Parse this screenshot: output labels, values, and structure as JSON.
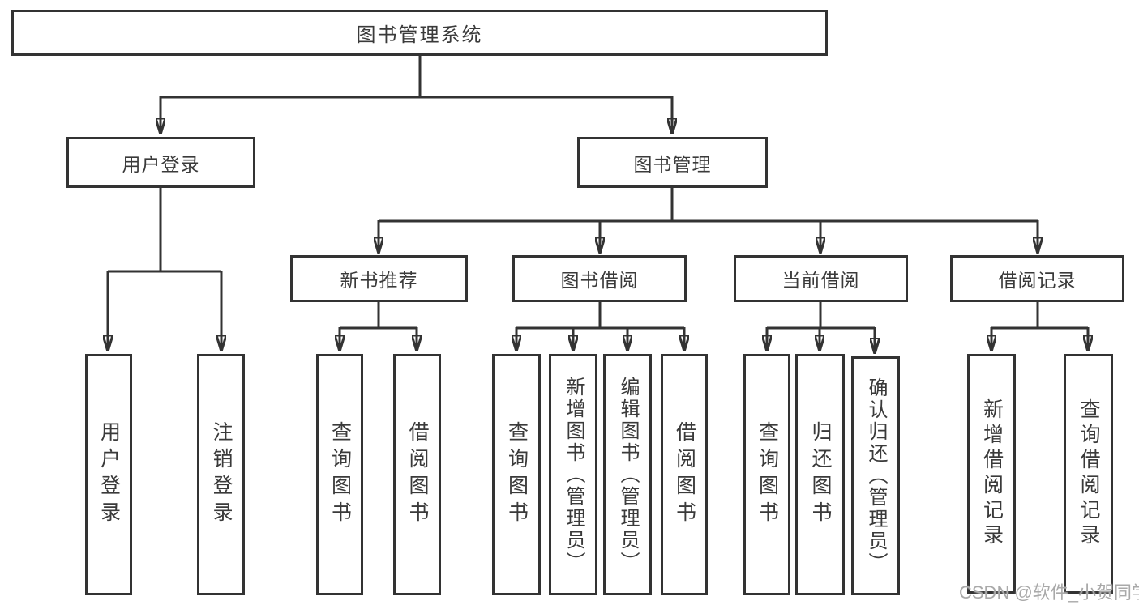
{
  "tree": {
    "label": "图书管理系统",
    "children": [
      {
        "label": "用户登录",
        "children": [
          {
            "label": "用户登录"
          },
          {
            "label": "注销登录"
          }
        ]
      },
      {
        "label": "图书管理",
        "children": [
          {
            "label": "新书推荐",
            "children": [
              {
                "label": "查询图书"
              },
              {
                "label": "借阅图书"
              }
            ]
          },
          {
            "label": "图书借阅",
            "children": [
              {
                "label": "查询图书"
              },
              {
                "label": "新增图书（管理员）"
              },
              {
                "label": "编辑图书（管理员）"
              },
              {
                "label": "借阅图书"
              }
            ]
          },
          {
            "label": "当前借阅",
            "children": [
              {
                "label": "查询图书"
              },
              {
                "label": "归还图书"
              },
              {
                "label": "确认归还（管理员）"
              }
            ]
          },
          {
            "label": "借阅记录",
            "children": [
              {
                "label": "新增借阅记录"
              },
              {
                "label": "查询借阅记录"
              }
            ]
          }
        ]
      }
    ]
  },
  "watermark": {
    "text": "CSDN @软件_小贺同学"
  },
  "colors": {
    "line_color": "#333333",
    "text_color": "#3a3a3a",
    "background": "#ffffff",
    "watermark_color": "#a9a9a9"
  }
}
